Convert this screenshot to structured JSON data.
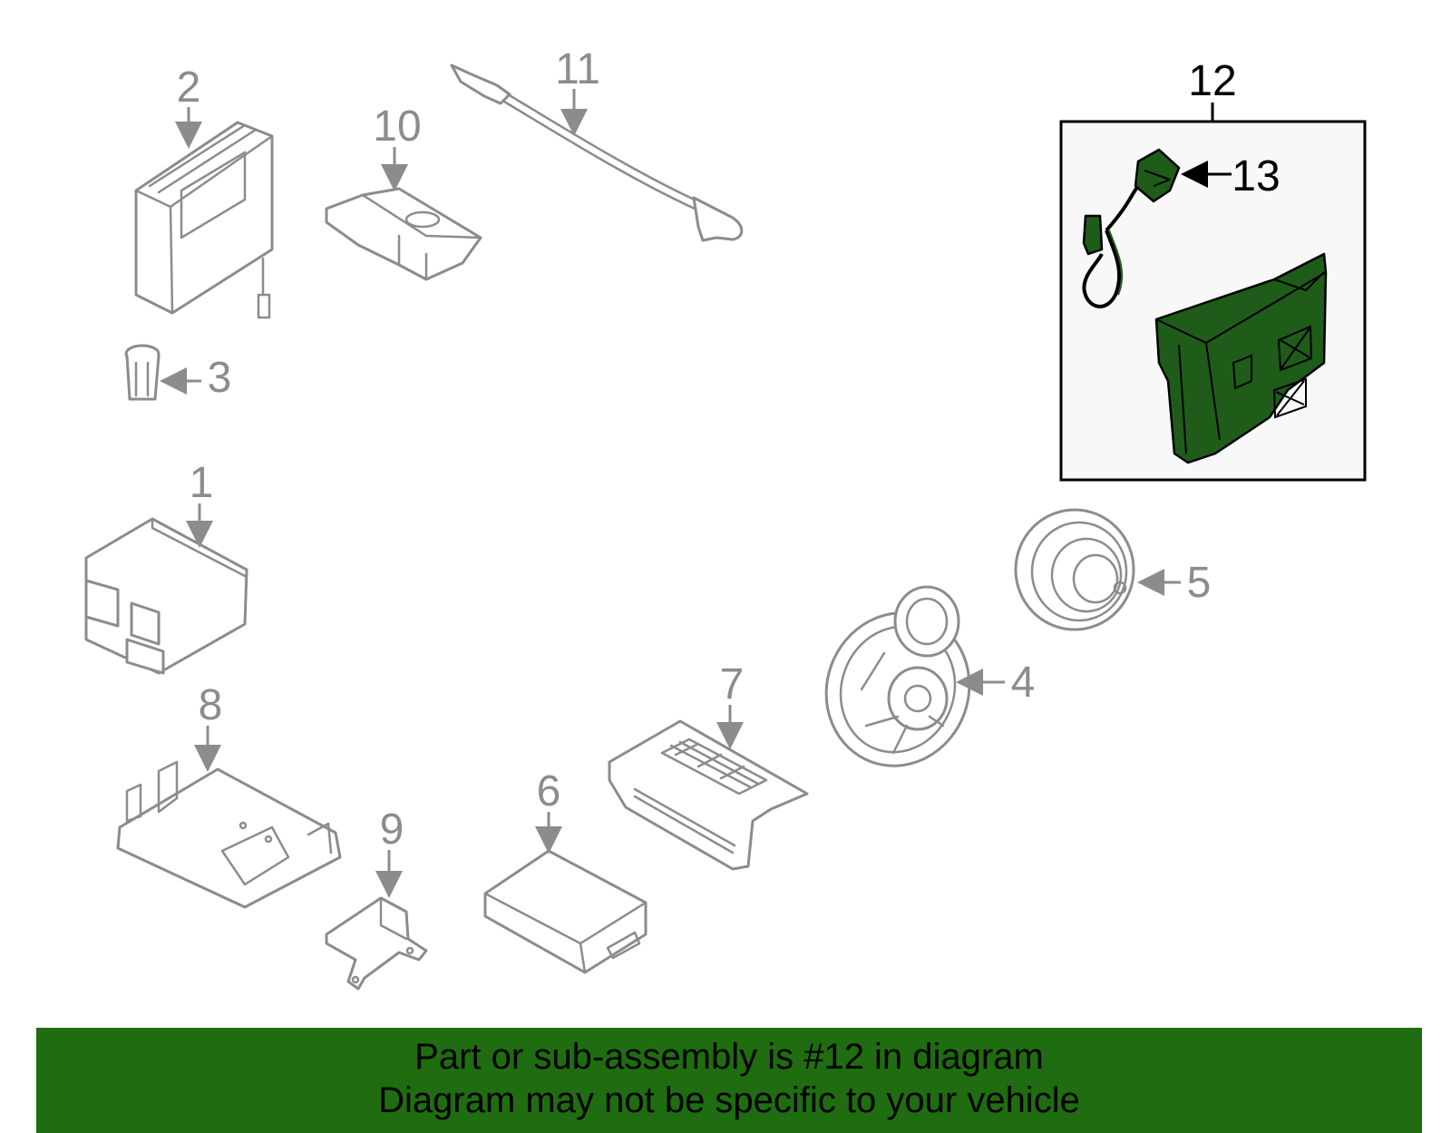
{
  "callouts": {
    "c1": "1",
    "c2": "2",
    "c3": "3",
    "c4": "4",
    "c5": "5",
    "c6": "6",
    "c7": "7",
    "c8": "8",
    "c9": "9",
    "c10": "10",
    "c11": "11",
    "c12": "12",
    "c13": "13"
  },
  "highlight": {
    "part_number": "12",
    "color": "#1f5c1a"
  },
  "footer": {
    "line1": "Part or sub-assembly is #12 in diagram",
    "line2": "Diagram may not be specific to your vehicle",
    "background": "#1f6d10"
  }
}
